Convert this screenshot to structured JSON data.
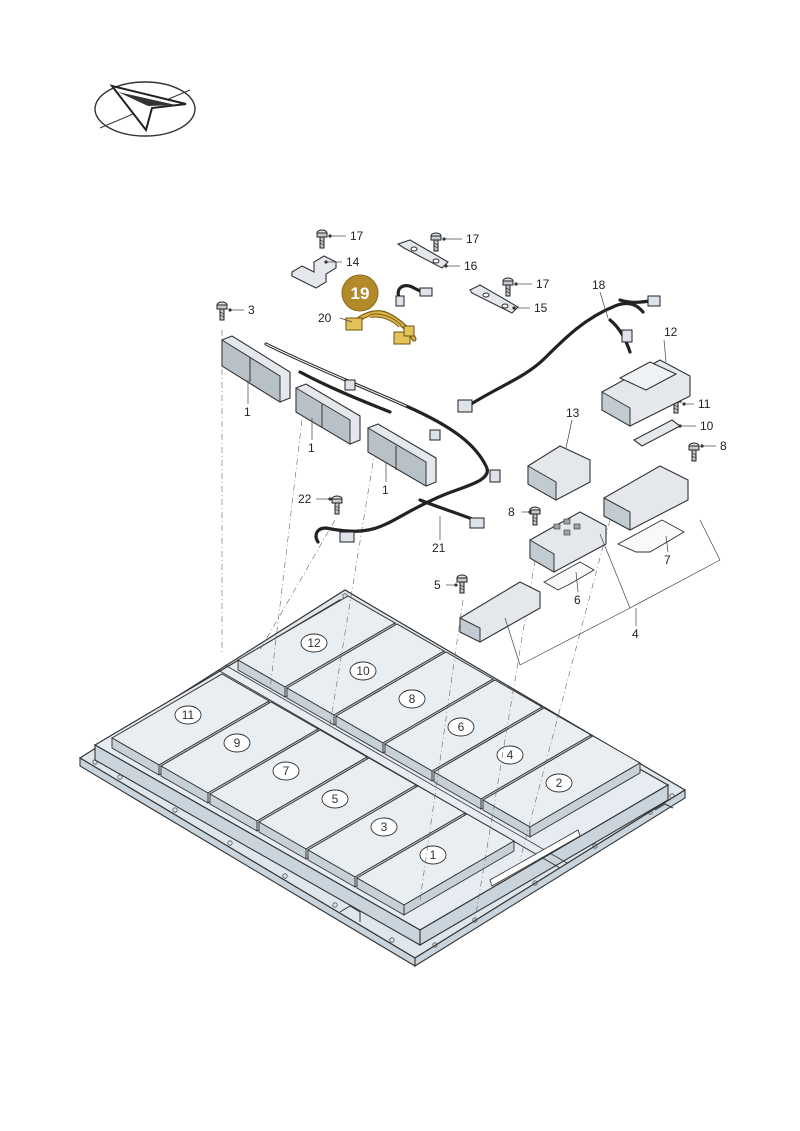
{
  "diagram": {
    "highlight": {
      "label": "19",
      "color": "#b38a2a"
    },
    "callouts": [
      {
        "id": "c17a",
        "label": "17"
      },
      {
        "id": "c17b",
        "label": "17"
      },
      {
        "id": "c17c",
        "label": "17"
      },
      {
        "id": "c14",
        "label": "14"
      },
      {
        "id": "c16",
        "label": "16"
      },
      {
        "id": "c15",
        "label": "15"
      },
      {
        "id": "c18",
        "label": "18"
      },
      {
        "id": "c3",
        "label": "3"
      },
      {
        "id": "c20",
        "label": "20"
      },
      {
        "id": "c12",
        "label": "12"
      },
      {
        "id": "c11",
        "label": "11"
      },
      {
        "id": "c10",
        "label": "10"
      },
      {
        "id": "c8a",
        "label": "8"
      },
      {
        "id": "c8b",
        "label": "8"
      },
      {
        "id": "c13",
        "label": "13"
      },
      {
        "id": "c1a",
        "label": "1"
      },
      {
        "id": "c1b",
        "label": "1"
      },
      {
        "id": "c1c",
        "label": "1"
      },
      {
        "id": "c22",
        "label": "22"
      },
      {
        "id": "c21",
        "label": "21"
      },
      {
        "id": "c7",
        "label": "7"
      },
      {
        "id": "c6",
        "label": "6"
      },
      {
        "id": "c5",
        "label": "5"
      },
      {
        "id": "c4",
        "label": "4"
      }
    ],
    "cell_numbers": [
      "12",
      "10",
      "8",
      "6",
      "4",
      "2",
      "11",
      "9",
      "7",
      "5",
      "3",
      "1"
    ],
    "colors": {
      "line": "#333333",
      "tray": "#dfe6ec",
      "highlight": "#b38a2a"
    }
  }
}
